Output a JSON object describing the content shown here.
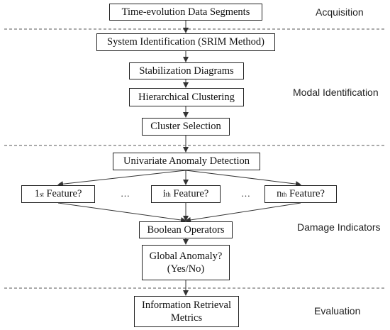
{
  "stages": {
    "acquisition": "Acquisition",
    "modal": "Modal Identification",
    "damage": "Damage Indicators",
    "evaluation": "Evaluation"
  },
  "boxes": {
    "data_segments": "Time-evolution Data Segments",
    "system_id": "System Identification (SRIM Method)",
    "stabilization": "Stabilization Diagrams",
    "clustering": "Hierarchical Clustering",
    "cluster_selection": "Cluster Selection",
    "univariate": "Univariate Anomaly Detection",
    "boolean": "Boolean Operators",
    "global_line1": "Global Anomaly?",
    "global_line2": "(Yes/No)",
    "ir_line1": "Information Retrieval",
    "ir_line2": "Metrics"
  },
  "features": {
    "first": {
      "prefix": "1",
      "sup": "st",
      "suffix": " Feature?"
    },
    "ith": {
      "prefix": "i",
      "sup": "th",
      "suffix": " Feature?"
    },
    "nth": {
      "prefix": "n",
      "sup": "th",
      "suffix": " Feature?"
    },
    "ellipsis": "…"
  }
}
